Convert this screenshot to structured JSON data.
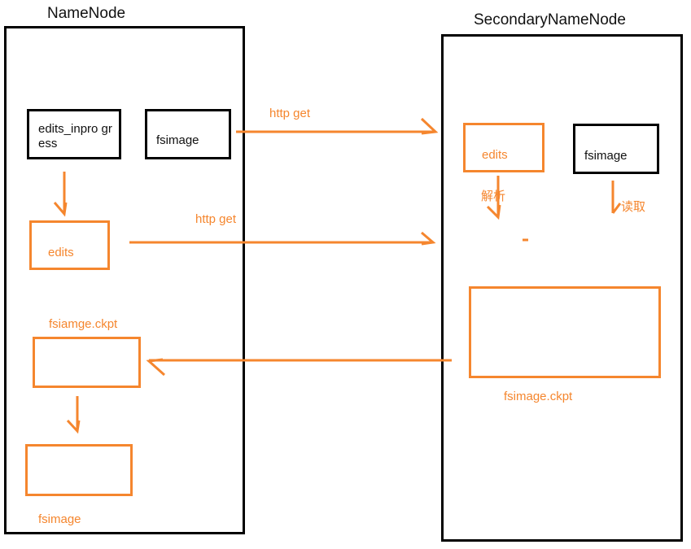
{
  "namenode": {
    "title": "NameNode",
    "edits_inprogress": "edits_inpro gress",
    "fsimage": "fsimage",
    "edits": "edits",
    "ckpt_label": "fsiamge.ckpt",
    "fsimage_new_label": "fsimage"
  },
  "secondary": {
    "title": "SecondaryNameNode",
    "edits": "edits",
    "fsimage": "fsimage",
    "parse_label": "解析",
    "read_label": "读取",
    "ckpt_label": "fsimage.ckpt"
  },
  "arrows": {
    "http_get_1": "http get",
    "http_get_2": "http get"
  },
  "colors": {
    "orange": "#f5862e",
    "black": "#000000"
  }
}
